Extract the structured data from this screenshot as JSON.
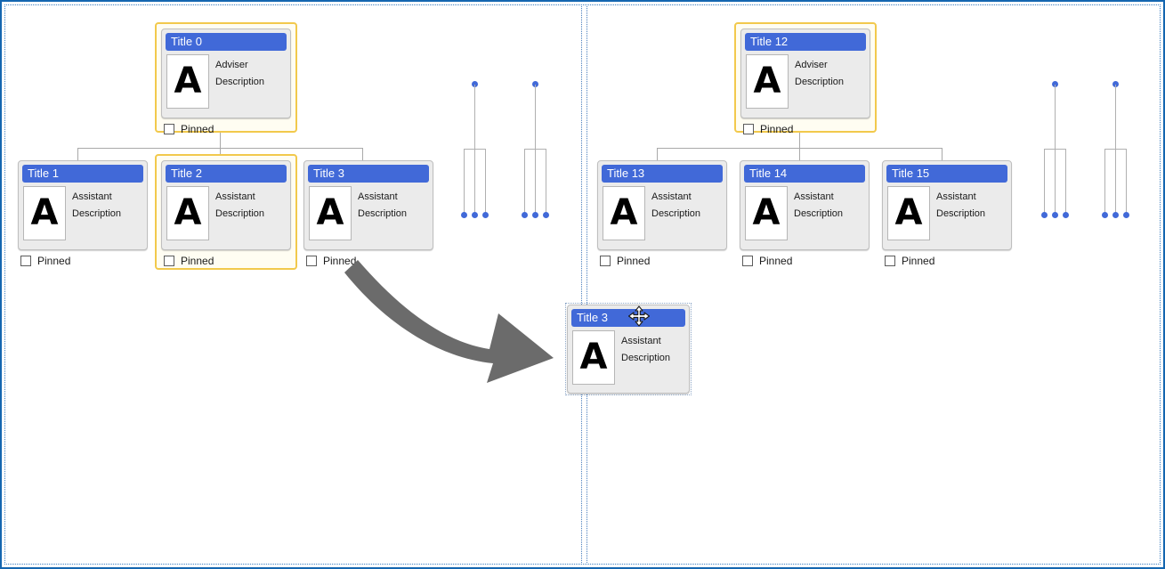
{
  "window": {
    "border_color": "#1466b0",
    "background": "#ffffff",
    "focus_outline": "dotted"
  },
  "colors": {
    "title_bar": "#4169d8",
    "card_body": "#ebebeb",
    "card_border": "#bfbfbf",
    "selection": "#f2c94c",
    "selection_fill": "#fffdf2",
    "connector": "#a9a9a9",
    "minitree_dot": "#4169d8",
    "minitree_line": "#b0b0b0",
    "arrow": "#6b6b6b",
    "splitter": "#4b7fbd"
  },
  "labels": {
    "pinned": "Pinned",
    "adviser": "Adviser",
    "assistant": "Assistant",
    "description": "Description",
    "photo_letter": "A"
  },
  "left_panel": {
    "root": {
      "title": "Title 0",
      "role": "Adviser",
      "description": "Description",
      "photo_letter": "A",
      "pinned_label": "Pinned",
      "pinned_checked": false,
      "selected": true
    },
    "children": [
      {
        "title": "Title 1",
        "role": "Assistant",
        "description": "Description",
        "photo_letter": "A",
        "pinned_label": "Pinned",
        "pinned_checked": false,
        "selected": false
      },
      {
        "title": "Title 2",
        "role": "Assistant",
        "description": "Description",
        "photo_letter": "A",
        "pinned_label": "Pinned",
        "pinned_checked": false,
        "selected": true
      },
      {
        "title": "Title 3",
        "role": "Assistant",
        "description": "Description",
        "photo_letter": "A",
        "pinned_label": "Pinned",
        "pinned_checked": false,
        "selected": false
      }
    ]
  },
  "right_panel": {
    "root": {
      "title": "Title 12",
      "role": "Adviser",
      "description": "Description",
      "photo_letter": "A",
      "pinned_label": "Pinned",
      "pinned_checked": false,
      "selected": true
    },
    "children": [
      {
        "title": "Title 13",
        "role": "Assistant",
        "description": "Description",
        "photo_letter": "A",
        "pinned_label": "Pinned",
        "pinned_checked": false,
        "selected": false
      },
      {
        "title": "Title 14",
        "role": "Assistant",
        "description": "Description",
        "photo_letter": "A",
        "pinned_label": "Pinned",
        "pinned_checked": false,
        "selected": false
      },
      {
        "title": "Title 15",
        "role": "Assistant",
        "description": "Description",
        "photo_letter": "A",
        "pinned_label": "Pinned",
        "pinned_checked": false,
        "selected": false
      }
    ]
  },
  "drag": {
    "ghost_card": {
      "title": "Title 3",
      "role": "Assistant",
      "description": "Description",
      "photo_letter": "A"
    },
    "cursor": "move-cursor",
    "arrow": "drag-direction-arrow"
  },
  "minitrees": {
    "count_per_panel": 2,
    "structure": "one root dot with three leaf dots",
    "leaf_count": 3
  }
}
